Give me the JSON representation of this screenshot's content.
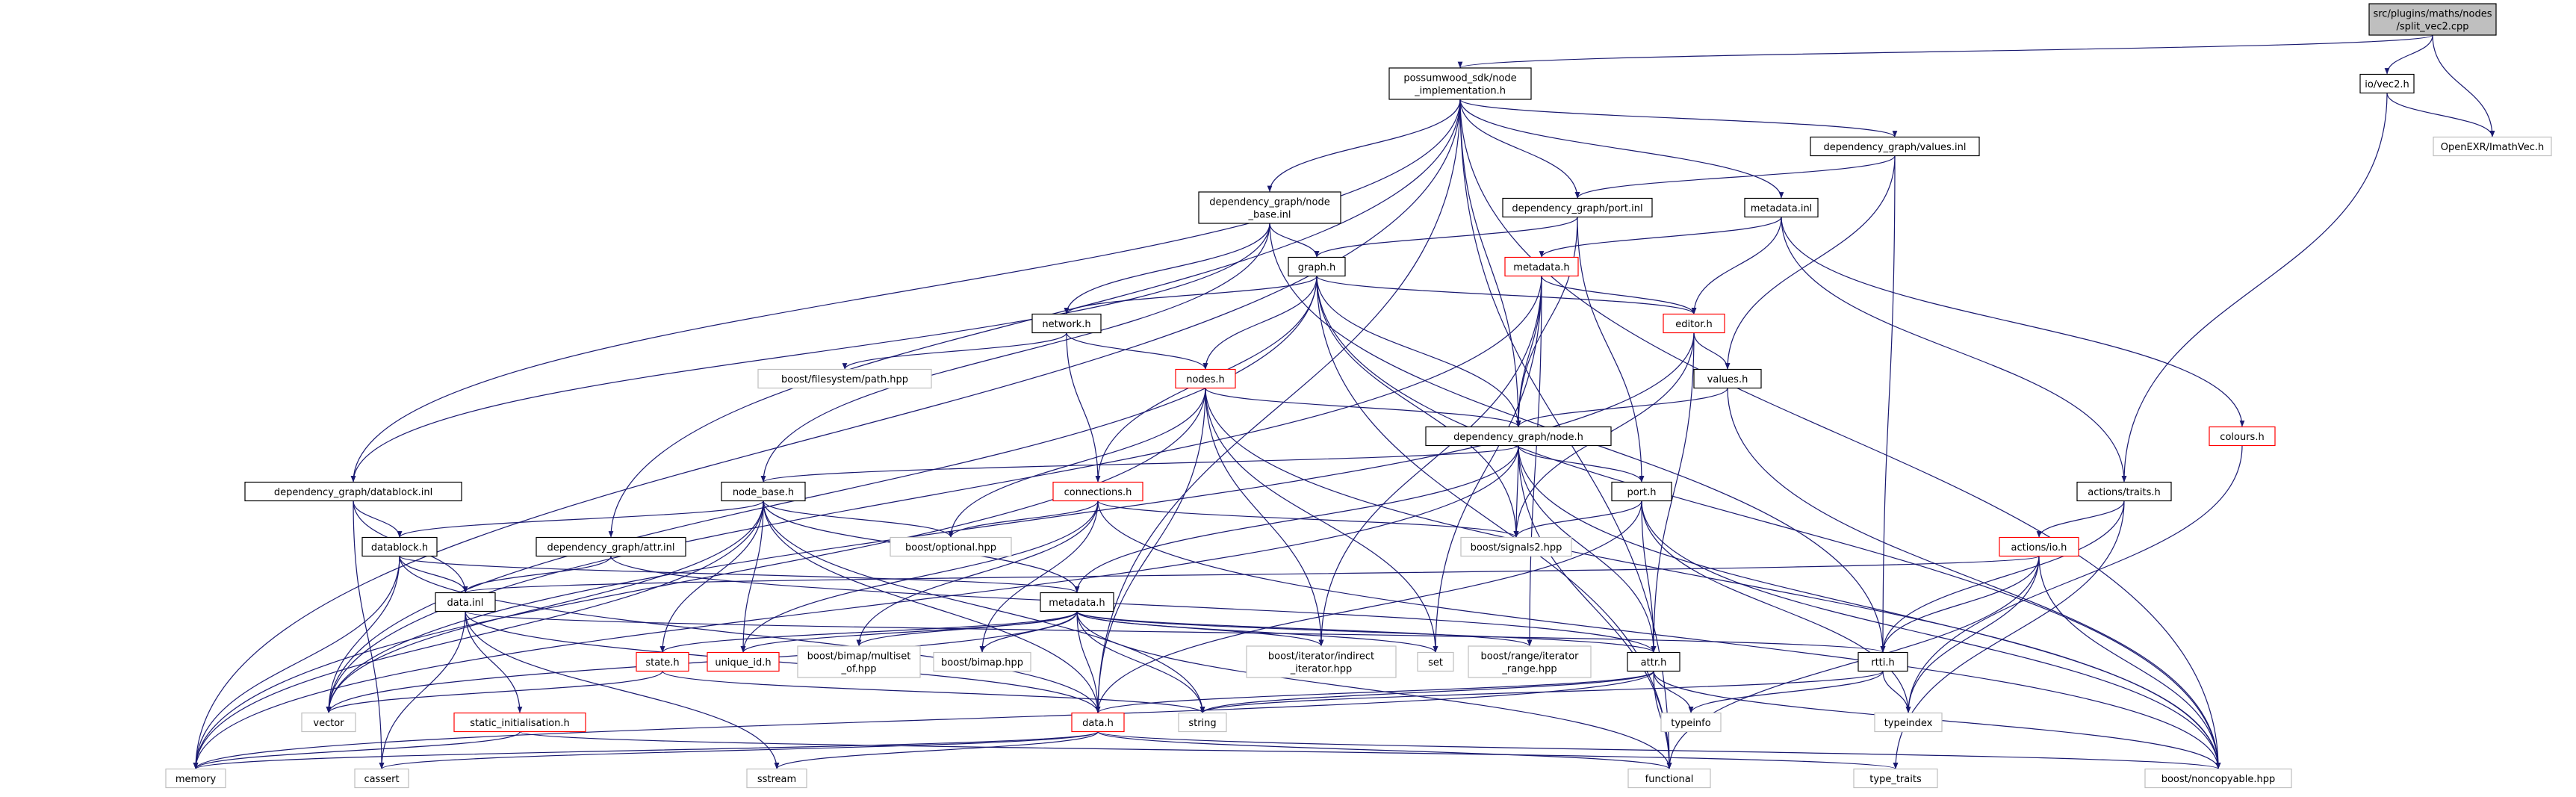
{
  "colors": {
    "edge": "#191970",
    "node_border_default": "#000000",
    "node_border_red": "#ff0000",
    "node_border_gray": "#bfbfbf",
    "root_fill": "#bfbfbf",
    "text": "#000000"
  },
  "nodes": [
    {
      "id": "root",
      "lines": [
        "src/plugins/maths/nodes",
        "/split_vec2.cpp"
      ],
      "style": "root"
    },
    {
      "id": "nodeimpl",
      "lines": [
        "possumwood_sdk/node",
        "_implementation.h"
      ],
      "style": "normal"
    },
    {
      "id": "vec2",
      "lines": [
        "io/vec2.h"
      ],
      "style": "normal"
    },
    {
      "id": "imath",
      "lines": [
        "OpenEXR/ImathVec.h"
      ],
      "style": "gray"
    },
    {
      "id": "valuesinl",
      "lines": [
        "dependency_graph/values.inl"
      ],
      "style": "normal"
    },
    {
      "id": "nodebaseinl",
      "lines": [
        "dependency_graph/node",
        "_base.inl"
      ],
      "style": "normal"
    },
    {
      "id": "portinl",
      "lines": [
        "dependency_graph/port.inl"
      ],
      "style": "normal"
    },
    {
      "id": "metadatainl",
      "lines": [
        "metadata.inl"
      ],
      "style": "normal"
    },
    {
      "id": "graph",
      "lines": [
        "graph.h"
      ],
      "style": "normal"
    },
    {
      "id": "metadatah_r",
      "lines": [
        "metadata.h"
      ],
      "style": "red"
    },
    {
      "id": "network",
      "lines": [
        "network.h"
      ],
      "style": "normal"
    },
    {
      "id": "editor",
      "lines": [
        "editor.h"
      ],
      "style": "red"
    },
    {
      "id": "bfs",
      "lines": [
        "boost/filesystem/path.hpp"
      ],
      "style": "gray"
    },
    {
      "id": "nodes",
      "lines": [
        "nodes.h"
      ],
      "style": "red"
    },
    {
      "id": "values",
      "lines": [
        "values.h"
      ],
      "style": "normal"
    },
    {
      "id": "colours",
      "lines": [
        "colours.h"
      ],
      "style": "red"
    },
    {
      "id": "nodeh",
      "lines": [
        "dependency_graph/node.h"
      ],
      "style": "normal"
    },
    {
      "id": "datablockinl",
      "lines": [
        "dependency_graph/datablock.inl"
      ],
      "style": "normal"
    },
    {
      "id": "nodebaseh",
      "lines": [
        "node_base.h"
      ],
      "style": "normal"
    },
    {
      "id": "connections",
      "lines": [
        "connections.h"
      ],
      "style": "red"
    },
    {
      "id": "port",
      "lines": [
        "port.h"
      ],
      "style": "normal"
    },
    {
      "id": "traits",
      "lines": [
        "actions/traits.h"
      ],
      "style": "normal"
    },
    {
      "id": "datablock",
      "lines": [
        "datablock.h"
      ],
      "style": "normal"
    },
    {
      "id": "attrinl",
      "lines": [
        "dependency_graph/attr.inl"
      ],
      "style": "normal"
    },
    {
      "id": "optional",
      "lines": [
        "boost/optional.hpp"
      ],
      "style": "gray"
    },
    {
      "id": "signals2",
      "lines": [
        "boost/signals2.hpp"
      ],
      "style": "gray"
    },
    {
      "id": "actionsio",
      "lines": [
        "actions/io.h"
      ],
      "style": "red"
    },
    {
      "id": "datainl",
      "lines": [
        "data.inl"
      ],
      "style": "normal"
    },
    {
      "id": "metadatah",
      "lines": [
        "metadata.h"
      ],
      "style": "normal"
    },
    {
      "id": "state",
      "lines": [
        "state.h"
      ],
      "style": "red"
    },
    {
      "id": "uniqueid",
      "lines": [
        "unique_id.h"
      ],
      "style": "red"
    },
    {
      "id": "multiset",
      "lines": [
        "boost/bimap/multiset",
        "_of.hpp"
      ],
      "style": "gray"
    },
    {
      "id": "bimap",
      "lines": [
        "boost/bimap.hpp"
      ],
      "style": "gray"
    },
    {
      "id": "indirect",
      "lines": [
        "boost/iterator/indirect",
        "_iterator.hpp"
      ],
      "style": "gray"
    },
    {
      "id": "set",
      "lines": [
        "set"
      ],
      "style": "gray"
    },
    {
      "id": "range",
      "lines": [
        "boost/range/iterator",
        "_range.hpp"
      ],
      "style": "gray"
    },
    {
      "id": "attrh",
      "lines": [
        "attr.h"
      ],
      "style": "normal"
    },
    {
      "id": "rtti",
      "lines": [
        "rtti.h"
      ],
      "style": "normal"
    },
    {
      "id": "vector",
      "lines": [
        "vector"
      ],
      "style": "gray"
    },
    {
      "id": "staticinit",
      "lines": [
        "static_initialisation.h"
      ],
      "style": "red"
    },
    {
      "id": "datah",
      "lines": [
        "data.h"
      ],
      "style": "red"
    },
    {
      "id": "string",
      "lines": [
        "string"
      ],
      "style": "gray"
    },
    {
      "id": "typeinfo",
      "lines": [
        "typeinfo"
      ],
      "style": "gray"
    },
    {
      "id": "typeindex",
      "lines": [
        "typeindex"
      ],
      "style": "gray"
    },
    {
      "id": "memory",
      "lines": [
        "memory"
      ],
      "style": "gray"
    },
    {
      "id": "cassert",
      "lines": [
        "cassert"
      ],
      "style": "gray"
    },
    {
      "id": "sstream",
      "lines": [
        "sstream"
      ],
      "style": "gray"
    },
    {
      "id": "functional",
      "lines": [
        "functional"
      ],
      "style": "gray"
    },
    {
      "id": "typetraits",
      "lines": [
        "type_traits"
      ],
      "style": "gray"
    },
    {
      "id": "noncopyable",
      "lines": [
        "boost/noncopyable.hpp"
      ],
      "style": "gray"
    }
  ],
  "edges": [
    [
      "root",
      "nodeimpl"
    ],
    [
      "root",
      "vec2"
    ],
    [
      "root",
      "imath"
    ],
    [
      "vec2",
      "imath"
    ],
    [
      "vec2",
      "traits"
    ],
    [
      "nodeimpl",
      "nodebaseinl"
    ],
    [
      "nodeimpl",
      "portinl"
    ],
    [
      "nodeimpl",
      "valuesinl"
    ],
    [
      "nodeimpl",
      "metadatainl"
    ],
    [
      "nodeimpl",
      "datablockinl"
    ],
    [
      "nodeimpl",
      "attrinl"
    ],
    [
      "nodeimpl",
      "nodeh"
    ],
    [
      "nodeimpl",
      "datah"
    ],
    [
      "nodeimpl",
      "memory"
    ],
    [
      "nodeimpl",
      "functional"
    ],
    [
      "nodeimpl",
      "noncopyable"
    ],
    [
      "valuesinl",
      "portinl"
    ],
    [
      "valuesinl",
      "values"
    ],
    [
      "valuesinl",
      "rtti"
    ],
    [
      "nodebaseinl",
      "graph"
    ],
    [
      "nodebaseinl",
      "network"
    ],
    [
      "nodebaseinl",
      "nodebaseh"
    ],
    [
      "nodebaseinl",
      "datablockinl"
    ],
    [
      "nodebaseinl",
      "rtti"
    ],
    [
      "portinl",
      "graph"
    ],
    [
      "portinl",
      "nodeh"
    ],
    [
      "portinl",
      "port"
    ],
    [
      "metadatainl",
      "metadatah_r"
    ],
    [
      "metadatainl",
      "editor"
    ],
    [
      "metadatainl",
      "traits"
    ],
    [
      "metadatainl",
      "colours"
    ],
    [
      "graph",
      "network"
    ],
    [
      "graph",
      "nodes"
    ],
    [
      "graph",
      "connections"
    ],
    [
      "graph",
      "nodeh"
    ],
    [
      "graph",
      "signals2"
    ],
    [
      "graph",
      "noncopyable"
    ],
    [
      "graph",
      "functional"
    ],
    [
      "graph",
      "vector"
    ],
    [
      "graph",
      "editor"
    ],
    [
      "metadatah_r",
      "editor"
    ],
    [
      "metadatah_r",
      "set"
    ],
    [
      "metadatah_r",
      "range"
    ],
    [
      "metadatah_r",
      "indirect"
    ],
    [
      "metadatah_r",
      "vector"
    ],
    [
      "metadatah_r",
      "nodeh"
    ],
    [
      "network",
      "nodes"
    ],
    [
      "network",
      "connections"
    ],
    [
      "network",
      "bfs"
    ],
    [
      "editor",
      "values"
    ],
    [
      "editor",
      "signals2"
    ],
    [
      "editor",
      "attrh"
    ],
    [
      "editor",
      "vector"
    ],
    [
      "nodes",
      "nodeh"
    ],
    [
      "nodes",
      "optional"
    ],
    [
      "nodes",
      "indirect"
    ],
    [
      "nodes",
      "set"
    ],
    [
      "nodes",
      "datah"
    ],
    [
      "nodes",
      "memory"
    ],
    [
      "nodes",
      "noncopyable"
    ],
    [
      "values",
      "nodeh"
    ],
    [
      "values",
      "noncopyable"
    ],
    [
      "colours",
      "typeindex"
    ],
    [
      "nodeh",
      "nodebaseh"
    ],
    [
      "nodeh",
      "port"
    ],
    [
      "nodeh",
      "metadatah"
    ],
    [
      "nodeh",
      "signals2"
    ],
    [
      "nodeh",
      "attrh"
    ],
    [
      "nodeh",
      "memory"
    ],
    [
      "nodeh",
      "noncopyable"
    ],
    [
      "nodeh",
      "functional"
    ],
    [
      "datablockinl",
      "datablock"
    ],
    [
      "datablockinl",
      "datainl"
    ],
    [
      "datablockinl",
      "cassert"
    ],
    [
      "nodebaseh",
      "datablock"
    ],
    [
      "nodebaseh",
      "metadatah"
    ],
    [
      "nodebaseh",
      "state"
    ],
    [
      "nodebaseh",
      "uniqueid"
    ],
    [
      "nodebaseh",
      "optional"
    ],
    [
      "nodebaseh",
      "datah"
    ],
    [
      "nodebaseh",
      "string"
    ],
    [
      "nodebaseh",
      "vector"
    ],
    [
      "nodebaseh",
      "memory"
    ],
    [
      "connections",
      "optional"
    ],
    [
      "connections",
      "signals2"
    ],
    [
      "connections",
      "multiset"
    ],
    [
      "connections",
      "bimap"
    ],
    [
      "connections",
      "uniqueid"
    ],
    [
      "connections",
      "noncopyable"
    ],
    [
      "port",
      "signals2"
    ],
    [
      "port",
      "attrh"
    ],
    [
      "port",
      "typeindex"
    ],
    [
      "port",
      "datah"
    ],
    [
      "port",
      "noncopyable"
    ],
    [
      "traits",
      "actionsio"
    ],
    [
      "traits",
      "rtti"
    ],
    [
      "traits",
      "typetraits"
    ],
    [
      "datablock",
      "metadatah"
    ],
    [
      "datablock",
      "datainl"
    ],
    [
      "datablock",
      "vector"
    ],
    [
      "datablock",
      "datah"
    ],
    [
      "datablock",
      "memory"
    ],
    [
      "attrinl",
      "datainl"
    ],
    [
      "attrinl",
      "attrh"
    ],
    [
      "actionsio",
      "datainl"
    ],
    [
      "actionsio",
      "rtti"
    ],
    [
      "actionsio",
      "typeindex"
    ],
    [
      "actionsio",
      "functional"
    ],
    [
      "actionsio",
      "noncopyable"
    ],
    [
      "datainl",
      "datah"
    ],
    [
      "datainl",
      "staticinit"
    ],
    [
      "datainl",
      "cassert"
    ],
    [
      "datainl",
      "sstream"
    ],
    [
      "datainl",
      "rtti"
    ],
    [
      "metadatah",
      "attrh"
    ],
    [
      "metadatah",
      "datah"
    ],
    [
      "metadatah",
      "functional"
    ],
    [
      "metadatah",
      "multiset"
    ],
    [
      "metadatah",
      "bimap"
    ],
    [
      "metadatah",
      "indirect"
    ],
    [
      "metadatah",
      "range"
    ],
    [
      "metadatah",
      "set"
    ],
    [
      "metadatah",
      "state"
    ],
    [
      "metadatah",
      "uniqueid"
    ],
    [
      "metadatah",
      "vector"
    ],
    [
      "metadatah",
      "string"
    ],
    [
      "state",
      "vector"
    ],
    [
      "state",
      "string"
    ],
    [
      "attrh",
      "datah"
    ],
    [
      "attrh",
      "string"
    ],
    [
      "attrh",
      "typeinfo"
    ],
    [
      "attrh",
      "functional"
    ],
    [
      "attrh",
      "noncopyable"
    ],
    [
      "attrh",
      "memory"
    ],
    [
      "rtti",
      "string"
    ],
    [
      "rtti",
      "typeinfo"
    ],
    [
      "rtti",
      "typeindex"
    ],
    [
      "staticinit",
      "typetraits"
    ],
    [
      "staticinit",
      "memory"
    ],
    [
      "datah",
      "memory"
    ],
    [
      "datah",
      "cassert"
    ],
    [
      "datah",
      "sstream"
    ],
    [
      "datah",
      "functional"
    ],
    [
      "datah",
      "noncopyable"
    ]
  ]
}
